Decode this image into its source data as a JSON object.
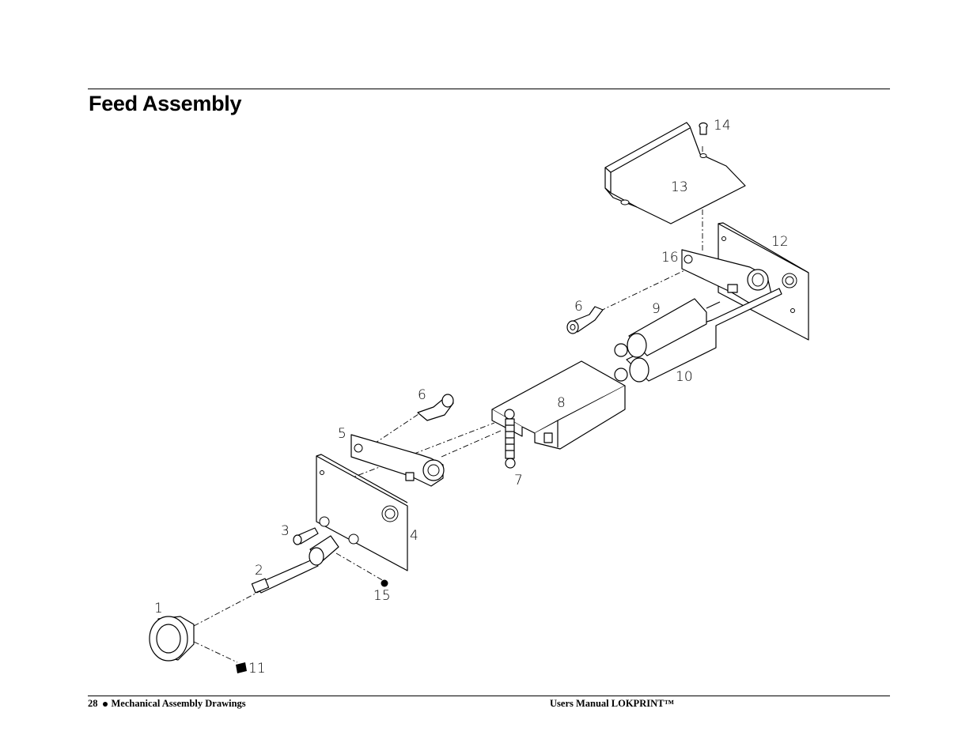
{
  "page": {
    "title": "Feed Assembly",
    "footer_page_number": "28",
    "footer_section": "Mechanical Assembly Drawings",
    "footer_manual": "Users Manual LOKPRINT™"
  },
  "callouts": {
    "c1": "1",
    "c2": "2",
    "c3": "3",
    "c4": "4",
    "c5": "5",
    "c6a": "6",
    "c6b": "6",
    "c7": "7",
    "c8": "8",
    "c9": "9",
    "c10": "10",
    "c11": "11",
    "c12": "12",
    "c13": "13",
    "c14": "14",
    "c15": "15",
    "c16": "16"
  }
}
